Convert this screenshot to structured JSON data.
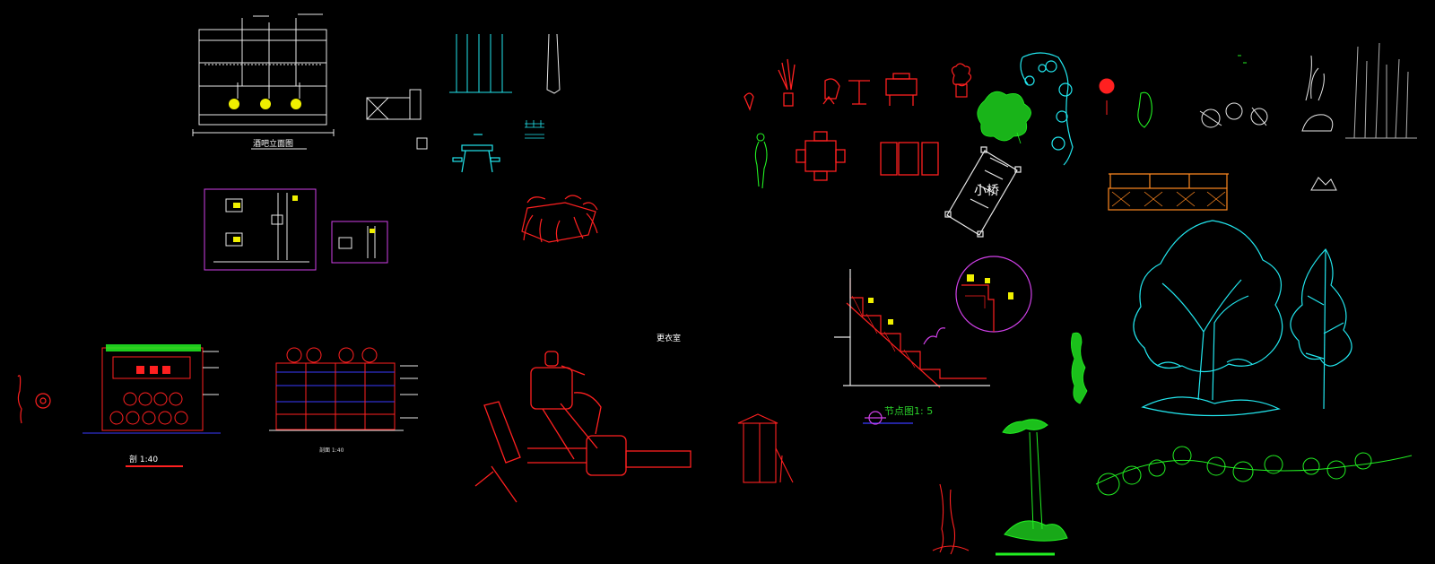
{
  "canvas": {
    "background": "#000000"
  },
  "palette": {
    "white": "#e8e8e8",
    "red": "#ff2020",
    "cyan": "#22e6ee",
    "green": "#22f022",
    "yellow": "#f0f000",
    "magenta": "#d040e8",
    "orange": "#ff8820",
    "blue": "#3a3aff",
    "grey": "#b0b0b0"
  },
  "labels": {
    "elevation_title": "酒吧立面图",
    "small_room": "更衣室",
    "bridge": "小桥",
    "detail_title": "节点图1: 5",
    "section_a": "剖 1:40",
    "section_b": "剖面 1:40"
  },
  "icons": {
    "main": "cad-blocks-drawing"
  }
}
